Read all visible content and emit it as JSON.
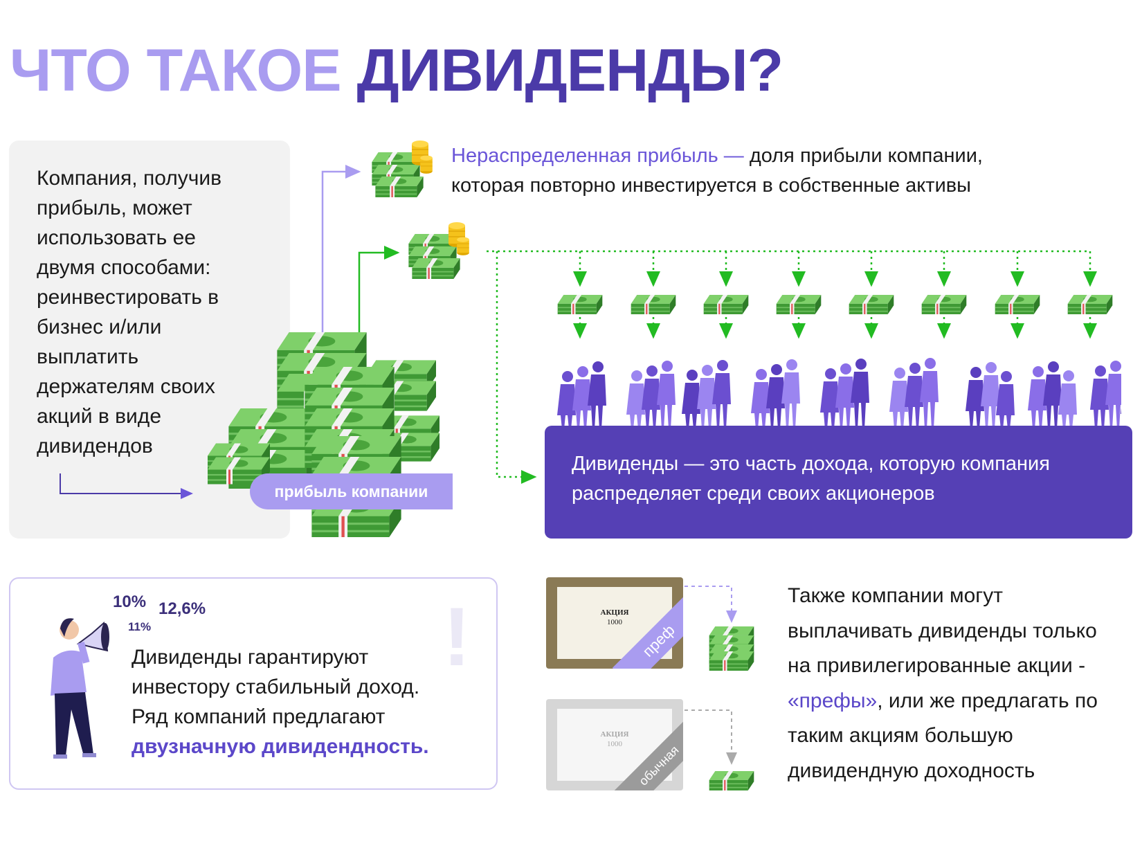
{
  "title": {
    "part1": "ЧТО ТАКОЕ ",
    "part2": "ДИВИДЕНДЫ?"
  },
  "intro": {
    "lines": [
      "Компания, получив",
      "прибыль, может",
      "использовать ее",
      "двумя способами:",
      "реинвестировать в",
      "бизнес и/или",
      "выплатить",
      "держателям своих",
      "акций в виде",
      "дивидендов"
    ]
  },
  "pile_label": "прибыль компании",
  "retained": {
    "term": "Нераспределенная прибыль — ",
    "line1_rest": "доля прибыли компании,",
    "line2": "которая повторно инвестируется в собственные активы"
  },
  "dividends_def": {
    "line1": "Дивиденды — это часть дохода, которую компания",
    "line2": "распределяет среди своих акционеров"
  },
  "guarantee": {
    "percents": [
      "10%",
      "12,6%",
      "11%"
    ],
    "line1": "Дивиденды гарантируют",
    "line2": "инвестору стабильный доход.",
    "line3": "Ряд компаний предлагают",
    "highlight": "двузначную дивидендность.",
    "exclamation": "!"
  },
  "certificates": {
    "word": "АКЦИЯ",
    "amount": "1000",
    "pref_label": "преф",
    "common_label": "обычная"
  },
  "also": {
    "line1": "Также компании могут",
    "line2": "выплачивать дивиденды только",
    "line3": "на привилегированные акции -",
    "line4_hl": "«префы»",
    "line4_rest": ", или же предлагать по",
    "line5": "таким акциям большую",
    "line6": "дивидендную доходность"
  },
  "colors": {
    "light_purple": "#a99cf0",
    "dark_purple": "#4b3aa8",
    "box_purple": "#5540b5",
    "green": "#22bb22",
    "money": "#5cb85c"
  }
}
